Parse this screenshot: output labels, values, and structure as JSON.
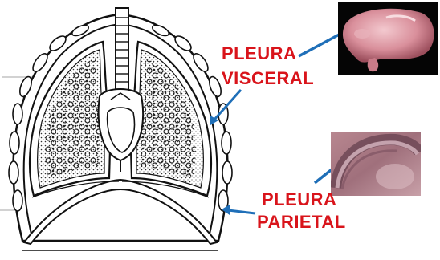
{
  "labels": {
    "visceral_line1": "PLEURA",
    "visceral_line2": "VISCERAL",
    "parietal_line1": "PLEURA",
    "parietal_line2": "PARIETAL"
  },
  "colors": {
    "label_red": "#d9141b",
    "arrow_blue": "#1f6fb8",
    "line_black": "#111111"
  },
  "photos": {
    "top": "lung-specimen-photo",
    "bottom": "parietal-pleura-photo"
  }
}
